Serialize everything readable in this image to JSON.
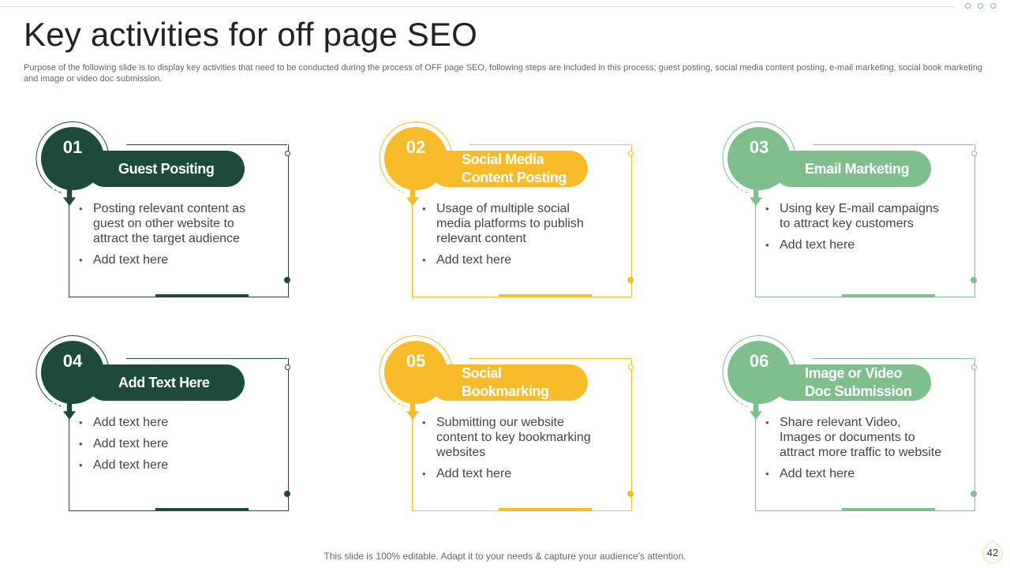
{
  "slide": {
    "title": "Key activities for off page SEO",
    "subtitle": "Purpose of the following slide is to display key activities that need to be conducted during the process of OFF page SEO, following steps are included in this process; guest posting, social media content posting, e-mail marketing, social book marketing and image or video doc submission.",
    "footer": "This slide is 100% editable. Adapt it to your needs & capture your audience's attention.",
    "page_number": "42"
  },
  "colors": {
    "dark": "#1e4a3d",
    "yellow": "#f8bc2b",
    "green": "#7fbf8e"
  },
  "cards": [
    {
      "number": "01",
      "label": "Guest Positing",
      "bullets": [
        "Posting relevant content as guest on other website to attract the target audience",
        "Add text here"
      ]
    },
    {
      "number": "02",
      "label": "Social Media Content Posting",
      "bullets": [
        "Usage of multiple social media platforms to publish relevant content",
        "Add text here"
      ]
    },
    {
      "number": "03",
      "label": "Email Marketing",
      "bullets": [
        "Using key E-mail campaigns to attract key customers",
        "Add text here"
      ]
    },
    {
      "number": "04",
      "label": "Add Text Here",
      "bullets": [
        "Add text here",
        "Add text here",
        "Add text here"
      ]
    },
    {
      "number": "05",
      "label": "Social Bookmarking",
      "bullets": [
        "Submitting our website content to key bookmarking websites",
        "Add text here"
      ]
    },
    {
      "number": "06",
      "label": "Image or Video Doc Submission",
      "bullets": [
        "Share relevant Video, Images or documents to attract more traffic to website",
        "Add text here"
      ]
    }
  ]
}
